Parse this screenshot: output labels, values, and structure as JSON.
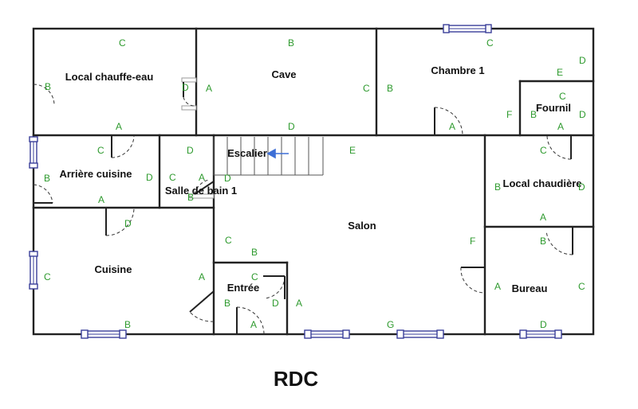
{
  "title": "RDC",
  "rooms": {
    "local_chauffe_eau": "Local chauffe-eau",
    "cave": "Cave",
    "chambre_1": "Chambre 1",
    "fournil": "Fournil",
    "arriere_cuisine": "Arrière cuisine",
    "escalier": "Escalier",
    "salle_de_bain_1": "Salle de bain 1",
    "local_chaudiere": "Local chaudière",
    "salon": "Salon",
    "cuisine": "Cuisine",
    "entree": "Entrée",
    "bureau": "Bureau"
  },
  "tags": {
    "chauffe_eau": [
      "C",
      "B",
      "D",
      "A"
    ],
    "cave": [
      "B",
      "C",
      "D"
    ],
    "chambre": [
      "C",
      "D",
      "B",
      "E",
      "F",
      "A"
    ],
    "fournil": [
      "C",
      "B",
      "D",
      "A"
    ],
    "arriere_cuisine": [
      "A",
      "C",
      "B",
      "D",
      "A"
    ],
    "sdb": [
      "D",
      "C",
      "A",
      "D",
      "B"
    ],
    "salon": [
      "E",
      "C",
      "B",
      "F",
      "G"
    ],
    "local_chaudiere": [
      "C",
      "B",
      "D"
    ],
    "cuisine": [
      "D",
      "C",
      "A",
      "B"
    ],
    "entree": [
      "C",
      "D",
      "A",
      "B",
      "A"
    ],
    "bureau": [
      "A",
      "B",
      "A",
      "C",
      "D"
    ]
  },
  "colors": {
    "wall": "#222222",
    "tag": "#2e9a2e",
    "window": "#3a3f9a",
    "stair_arrow": "#3d6fd6"
  }
}
